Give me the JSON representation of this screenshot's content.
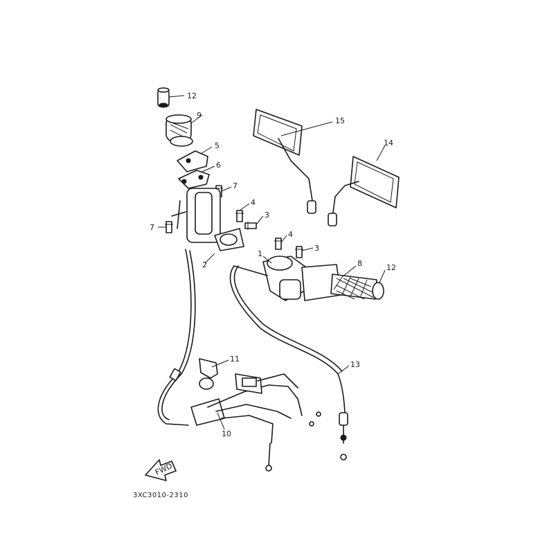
{
  "diagram": {
    "code": "3XC3010-2310",
    "fwd_label": "FWD",
    "callouts": [
      "12",
      "9",
      "5",
      "6",
      "7",
      "7",
      "2",
      "4",
      "3",
      "15",
      "14",
      "4",
      "3",
      "1",
      "8",
      "12",
      "11",
      "13",
      "10"
    ]
  }
}
